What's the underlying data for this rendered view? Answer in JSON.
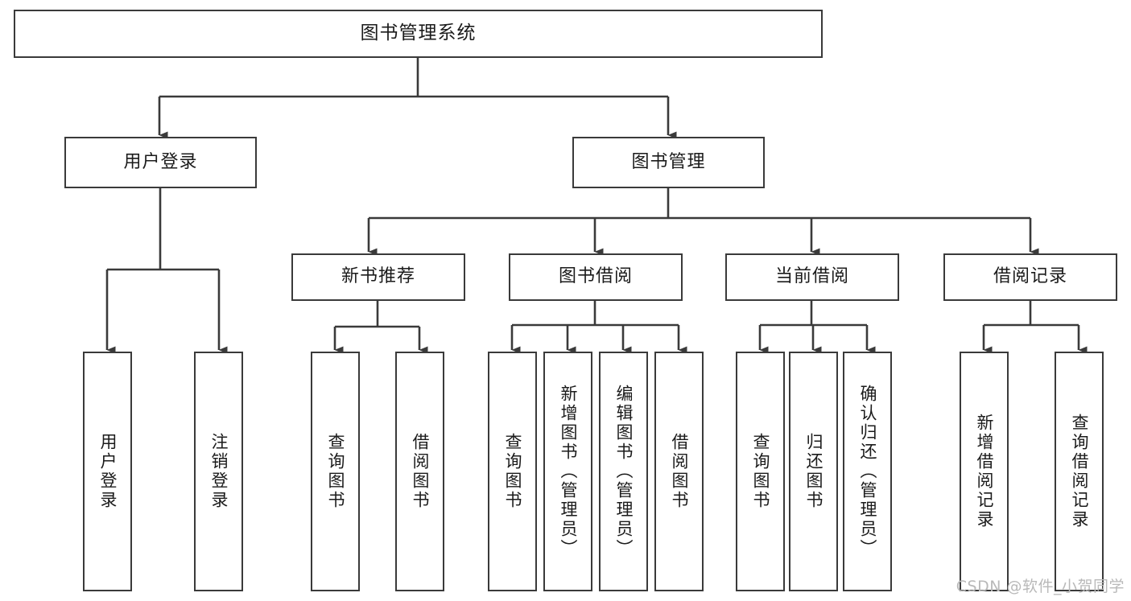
{
  "diagram": {
    "title": "图书管理系统",
    "type": "tree-hierarchy-diagram",
    "orientation": "top-down",
    "colors": {
      "box_border": "#3a3a3a",
      "box_fill": "#ffffff",
      "connector": "#3a3a3a",
      "text": "#1b1b1b",
      "watermark": "#b9b9b9",
      "background": "#ffffff"
    }
  },
  "root": {
    "label": "图书管理系统"
  },
  "level2": [
    {
      "label": "用户登录"
    },
    {
      "label": "图书管理"
    }
  ],
  "level3": [
    {
      "label": "新书推荐"
    },
    {
      "label": "图书借阅"
    },
    {
      "label": "当前借阅"
    },
    {
      "label": "借阅记录"
    }
  ],
  "leaves": {
    "user_login": [
      {
        "label": "用户登录"
      },
      {
        "label": "注销登录"
      }
    ],
    "new_book_recommend": [
      {
        "label": "查询图书"
      },
      {
        "label": "借阅图书"
      }
    ],
    "book_borrow": [
      {
        "label": "查询图书"
      },
      {
        "label": "新增图书（管理员）"
      },
      {
        "label": "编辑图书（管理员）"
      },
      {
        "label": "借阅图书"
      }
    ],
    "current_borrow": [
      {
        "label": "查询图书"
      },
      {
        "label": "归还图书"
      },
      {
        "label": "确认归还（管理员）"
      }
    ],
    "borrow_record": [
      {
        "label": "新增借阅记录"
      },
      {
        "label": "查询借阅记录"
      }
    ]
  },
  "watermark": {
    "text": "CSDN @软件_小贺同学"
  }
}
